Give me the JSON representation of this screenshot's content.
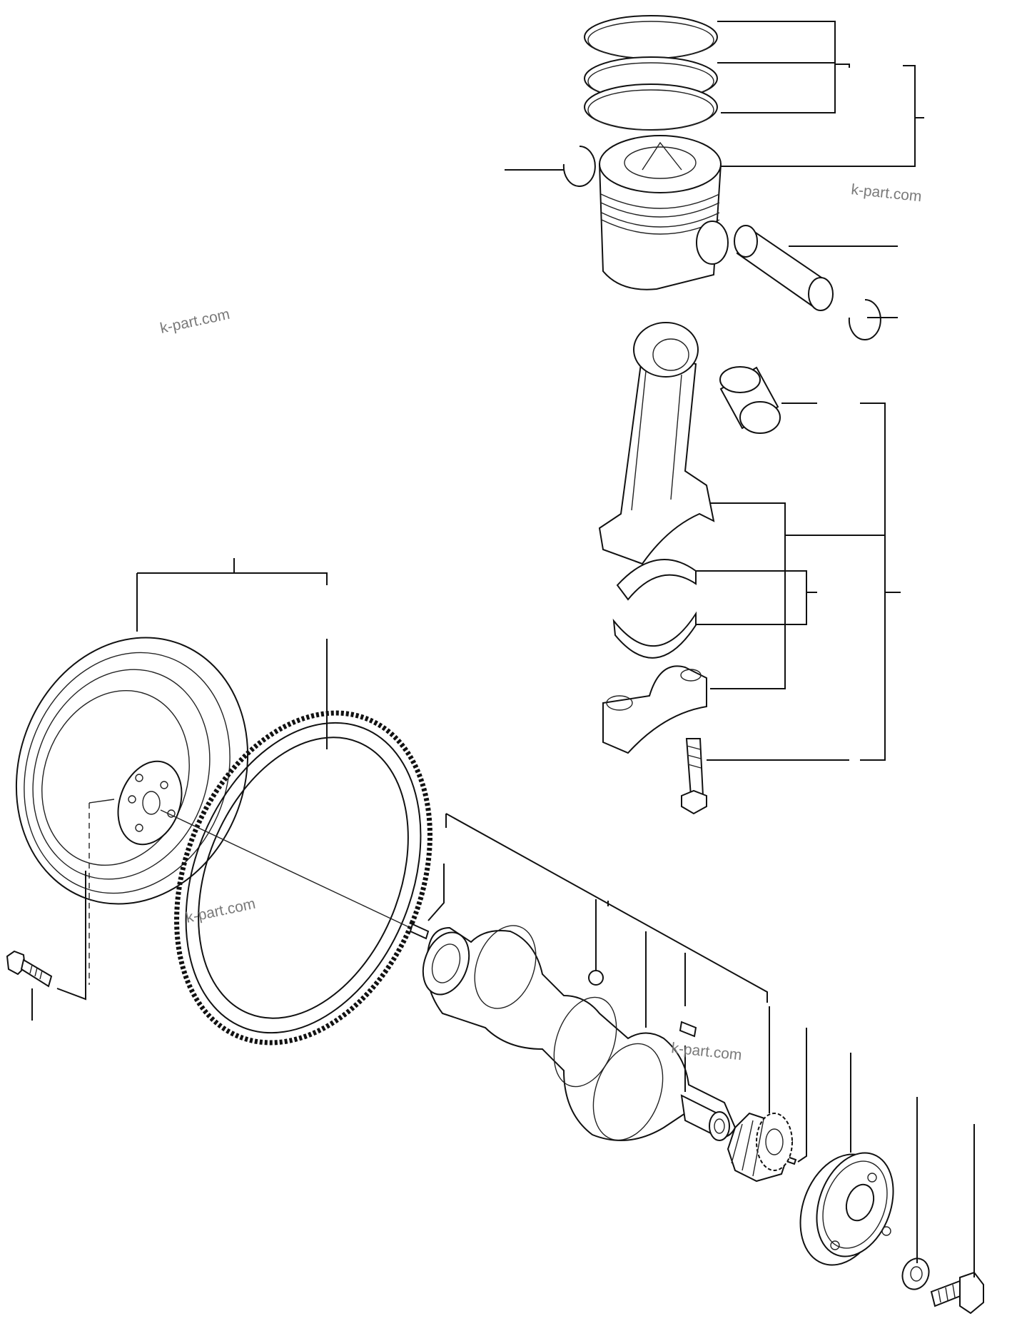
{
  "watermarks": [
    "k-part.com",
    "k-part.com",
    "k-part.com",
    "k-part.com"
  ],
  "parts": [
    "piston-ring-1",
    "piston-ring-2",
    "piston-ring-3",
    "piston",
    "snap-ring-left",
    "piston-pin",
    "snap-ring-right",
    "connecting-rod",
    "small-end-bushing",
    "bearing-upper",
    "bearing-lower",
    "rod-cap",
    "rod-bolt",
    "flywheel",
    "ring-gear",
    "flywheel-bolt",
    "dowel-pin",
    "crankshaft",
    "ball",
    "woodruff-key",
    "crank-gear",
    "gear-pin",
    "pulley",
    "washer",
    "pulley-bolt"
  ]
}
